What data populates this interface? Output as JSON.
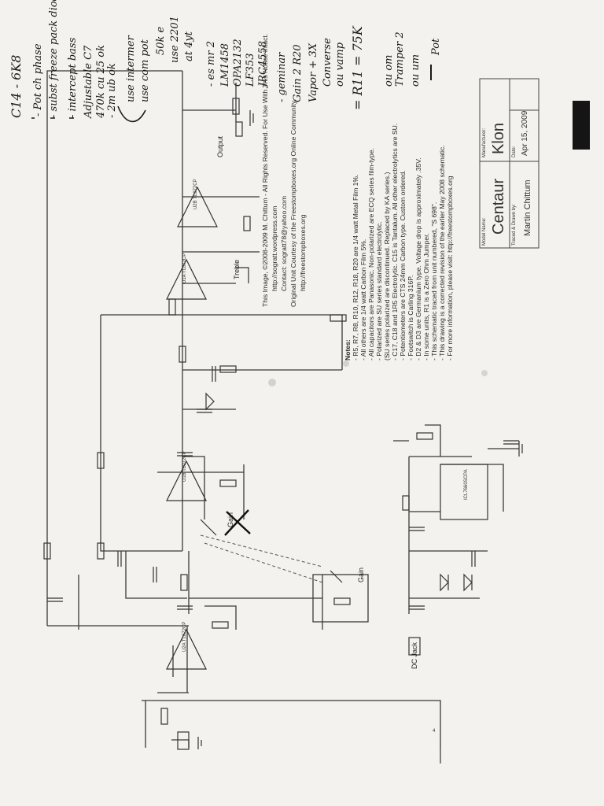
{
  "title_block": {
    "model_name_label": "Model Name:",
    "model_name": "Centaur",
    "manufacturer_label": "Manufacturer:",
    "manufacturer": "Klon",
    "date_label": "Date:",
    "date": "Apr 15, 2009",
    "traced_label": "Traced & Drawn by:",
    "traced_by": "Martin Chittum"
  },
  "copyright": {
    "line1": "This Image, ©2008-2009 M. Chittum - All Rights Reserved. For Use With This Notice Intact.",
    "line2": "http://sogratt.wordpress.com",
    "line3": "Contact: sogratt78@yahoo.com",
    "line4": "Original Unit Courtesy of the Freestompboxes.org Online Community.",
    "line5": "http://freestompboxes.org"
  },
  "notes": {
    "heading": "Notes:",
    "items": [
      "- R5, R7, R8, R10, R12, R18, R20 are 1/4 watt Metal Film 1%.",
      "- All others are 1/4 watt Carbon Film 5%.",
      "- All capacitors are Panasonic. Non-polarized are ECQ series film-type.",
      "- Polarized are SU series standard electrolytic.",
      "  (SU series polarized are discontinued. Replaced by KA series.)",
      "- C17, C18 and 1R5 Electrolytic. C15 is Tantalum. All other electrolytics are SU.",
      "- Potentiometers are CTS 24mm Carbon type. Custom ordered.",
      "- Footswitch is Carling 316P.",
      "- D2 & D3 are Germanium type. Voltage drop is approximately .35V.",
      "- In some units, R1 is a Zero Ohm Jumper.",
      "- This schematic traced from unit numbered, \"S 698\".",
      "- This drawing is a corrected revision of the earlier May 2008 schematic.",
      "- For more information, please visit: http://freestompboxes.org"
    ]
  },
  "handwriting": [
    "C14 - 6K8",
    "- Pot ch phase",
    "- subst freeze pack diode",
    "- intercept bass",
    "Adjustable C7",
    "470k cu 25 ok",
    "- 2m ub ok",
    "use intermer",
    "use com pot",
    "50k e",
    "use 2201",
    "at 4yt",
    "- es mr 2",
    "LM1458",
    "OPA2132",
    "LF353",
    "JRC4558",
    "- geminar",
    "Gain 2 R20",
    "Vapor + 3X",
    "Converse",
    "ou vamp",
    "= R11 = 75K",
    "ou om",
    "Tramper 2",
    "ou um",
    "Pot"
  ],
  "labels": {
    "treble": "Treble",
    "gain": "Gain",
    "gain2": "Gain",
    "output": "Output",
    "dc_jack": "DC Jack",
    "ic_u1a": "U1A TL072CP",
    "ic_u1b": "U1B TL072CP",
    "ic_u2a": "U2A TL072CP",
    "ic_u2b": "U2B TL072CP",
    "ic_u3": "ICL7660SCPA",
    "page_num": "4"
  }
}
